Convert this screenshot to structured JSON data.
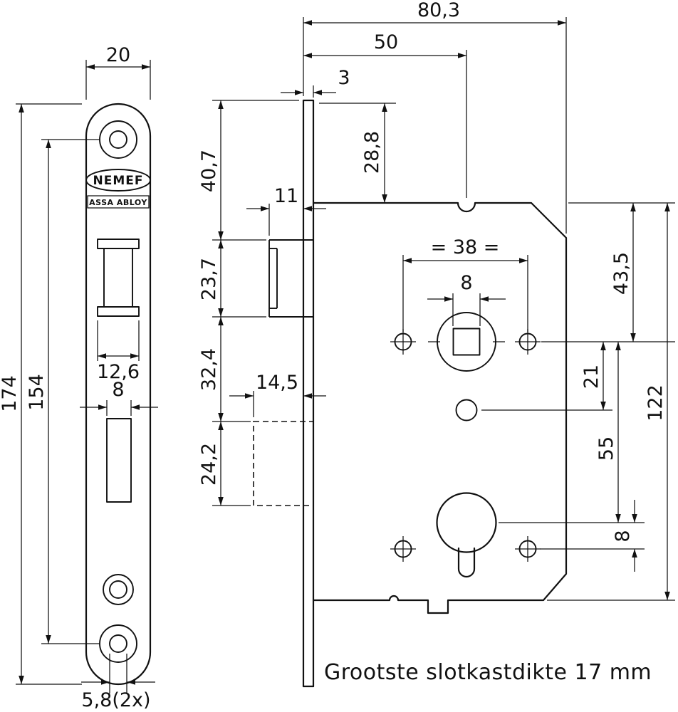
{
  "brand": {
    "name": "NEMEF",
    "group": "ASSA ABLOY"
  },
  "note": "Grootste slotkastdikte 17 mm",
  "faceplate_view": {
    "width": "20",
    "total_height": "174",
    "screw_hole_spacing": "154",
    "latch_cutout_width": "12,6",
    "bolt_cutout_width": "8",
    "screw_hole_diameter": "5,8(2x)"
  },
  "case_view": {
    "overall_depth": "80,3",
    "backset": "50",
    "faceplate_thickness": "3",
    "top_to_case": "28,8",
    "top_to_latch": "40,7",
    "latch_height": "23,7",
    "latch_to_bolt": "32,4",
    "bolt_height": "24,2",
    "latch_protrusion": "11",
    "bolt_protrusion": "14,5",
    "fixing_hole_spacing": "= 38 =",
    "spindle_square": "8",
    "case_top_to_spindle": "43,5",
    "spindle_to_aux_hole": "21",
    "spindle_to_cylinder": "55",
    "case_height": "122",
    "cylinder_to_fixing": "8"
  }
}
